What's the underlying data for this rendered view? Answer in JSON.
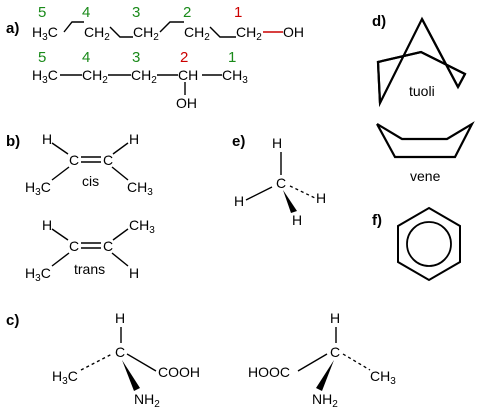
{
  "colors": {
    "black": "#000000",
    "green": "#1a8a1a",
    "red": "#cc0000",
    "blue": "#1a1aaa"
  },
  "panels": {
    "a": {
      "label": "a)",
      "chain1": {
        "numbers": [
          "5",
          "4",
          "3",
          "2",
          "1"
        ],
        "groups": [
          "H3C",
          "CH2",
          "CH2",
          "CH2",
          "CH2"
        ],
        "oh": "OH"
      },
      "chain2": {
        "numbers": [
          "5",
          "4",
          "3",
          "2",
          "1"
        ],
        "groups": [
          "H3C",
          "CH2",
          "CH2",
          "CH",
          "CH3"
        ],
        "oh": "OH"
      }
    },
    "b": {
      "label": "b)",
      "cis": {
        "h1": "H",
        "h2": "H",
        "c1": "C",
        "c2": "C",
        "me1": "H3C",
        "me2": "CH3",
        "name": "cis"
      },
      "trans": {
        "h1": "H",
        "me2": "CH3",
        "c1": "C",
        "c2": "C",
        "me1": "H3C",
        "h2": "H",
        "name": "trans"
      }
    },
    "c": {
      "label": "c)",
      "left": {
        "h": "H",
        "c": "C",
        "me": "H3C",
        "cooh": "COOH",
        "nh2": "NH2"
      },
      "right": {
        "h": "H",
        "c": "C",
        "cooh": "HOOC",
        "me": "CH3",
        "nh2": "NH2"
      }
    },
    "d": {
      "label": "d)",
      "chair": "tuoli",
      "boat": "vene"
    },
    "e": {
      "label": "e)",
      "c": "C",
      "hs": [
        "H",
        "H",
        "H",
        "H"
      ]
    },
    "f": {
      "label": "f)"
    }
  }
}
